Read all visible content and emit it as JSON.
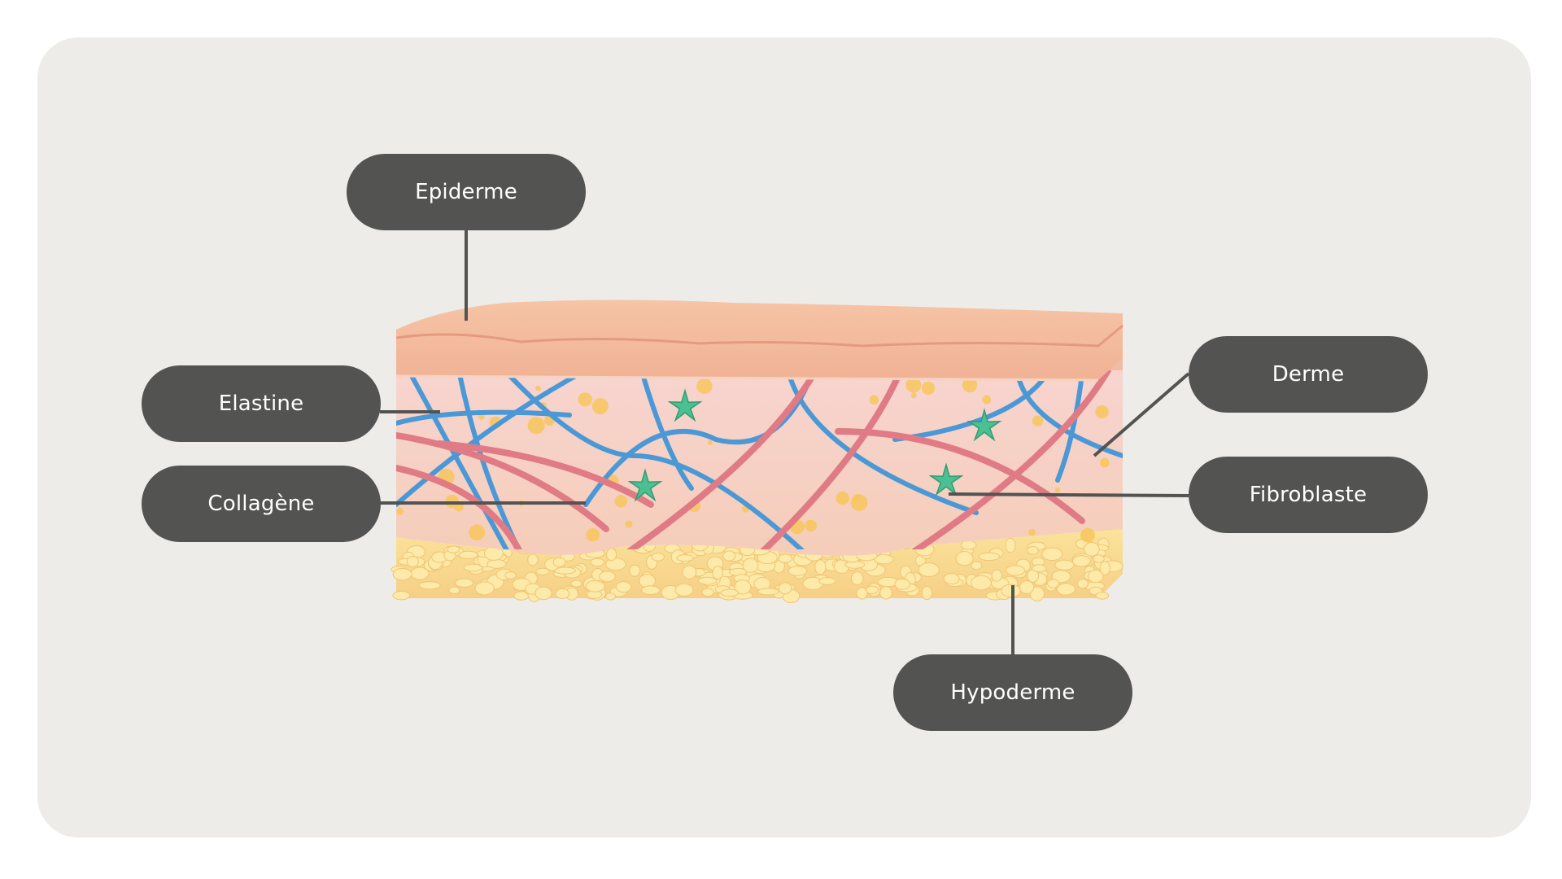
{
  "diagram": {
    "labels": {
      "epiderme": "Epiderme",
      "elastine": "Elastine",
      "collagene": "Collagène",
      "derme": "Derme",
      "fibroblaste": "Fibroblaste",
      "hypoderme": "Hypoderme"
    },
    "colors": {
      "background": "#edece9",
      "label_fill": "#535351",
      "label_text": "#ffffff",
      "epidermis": "#f3b99a",
      "dermis": "#f6d3c8",
      "hypodermis": "#f8d88a",
      "elastin": "#4a98d6",
      "collagen": "#e07b85",
      "fibroblast": "#4cc092"
    }
  }
}
